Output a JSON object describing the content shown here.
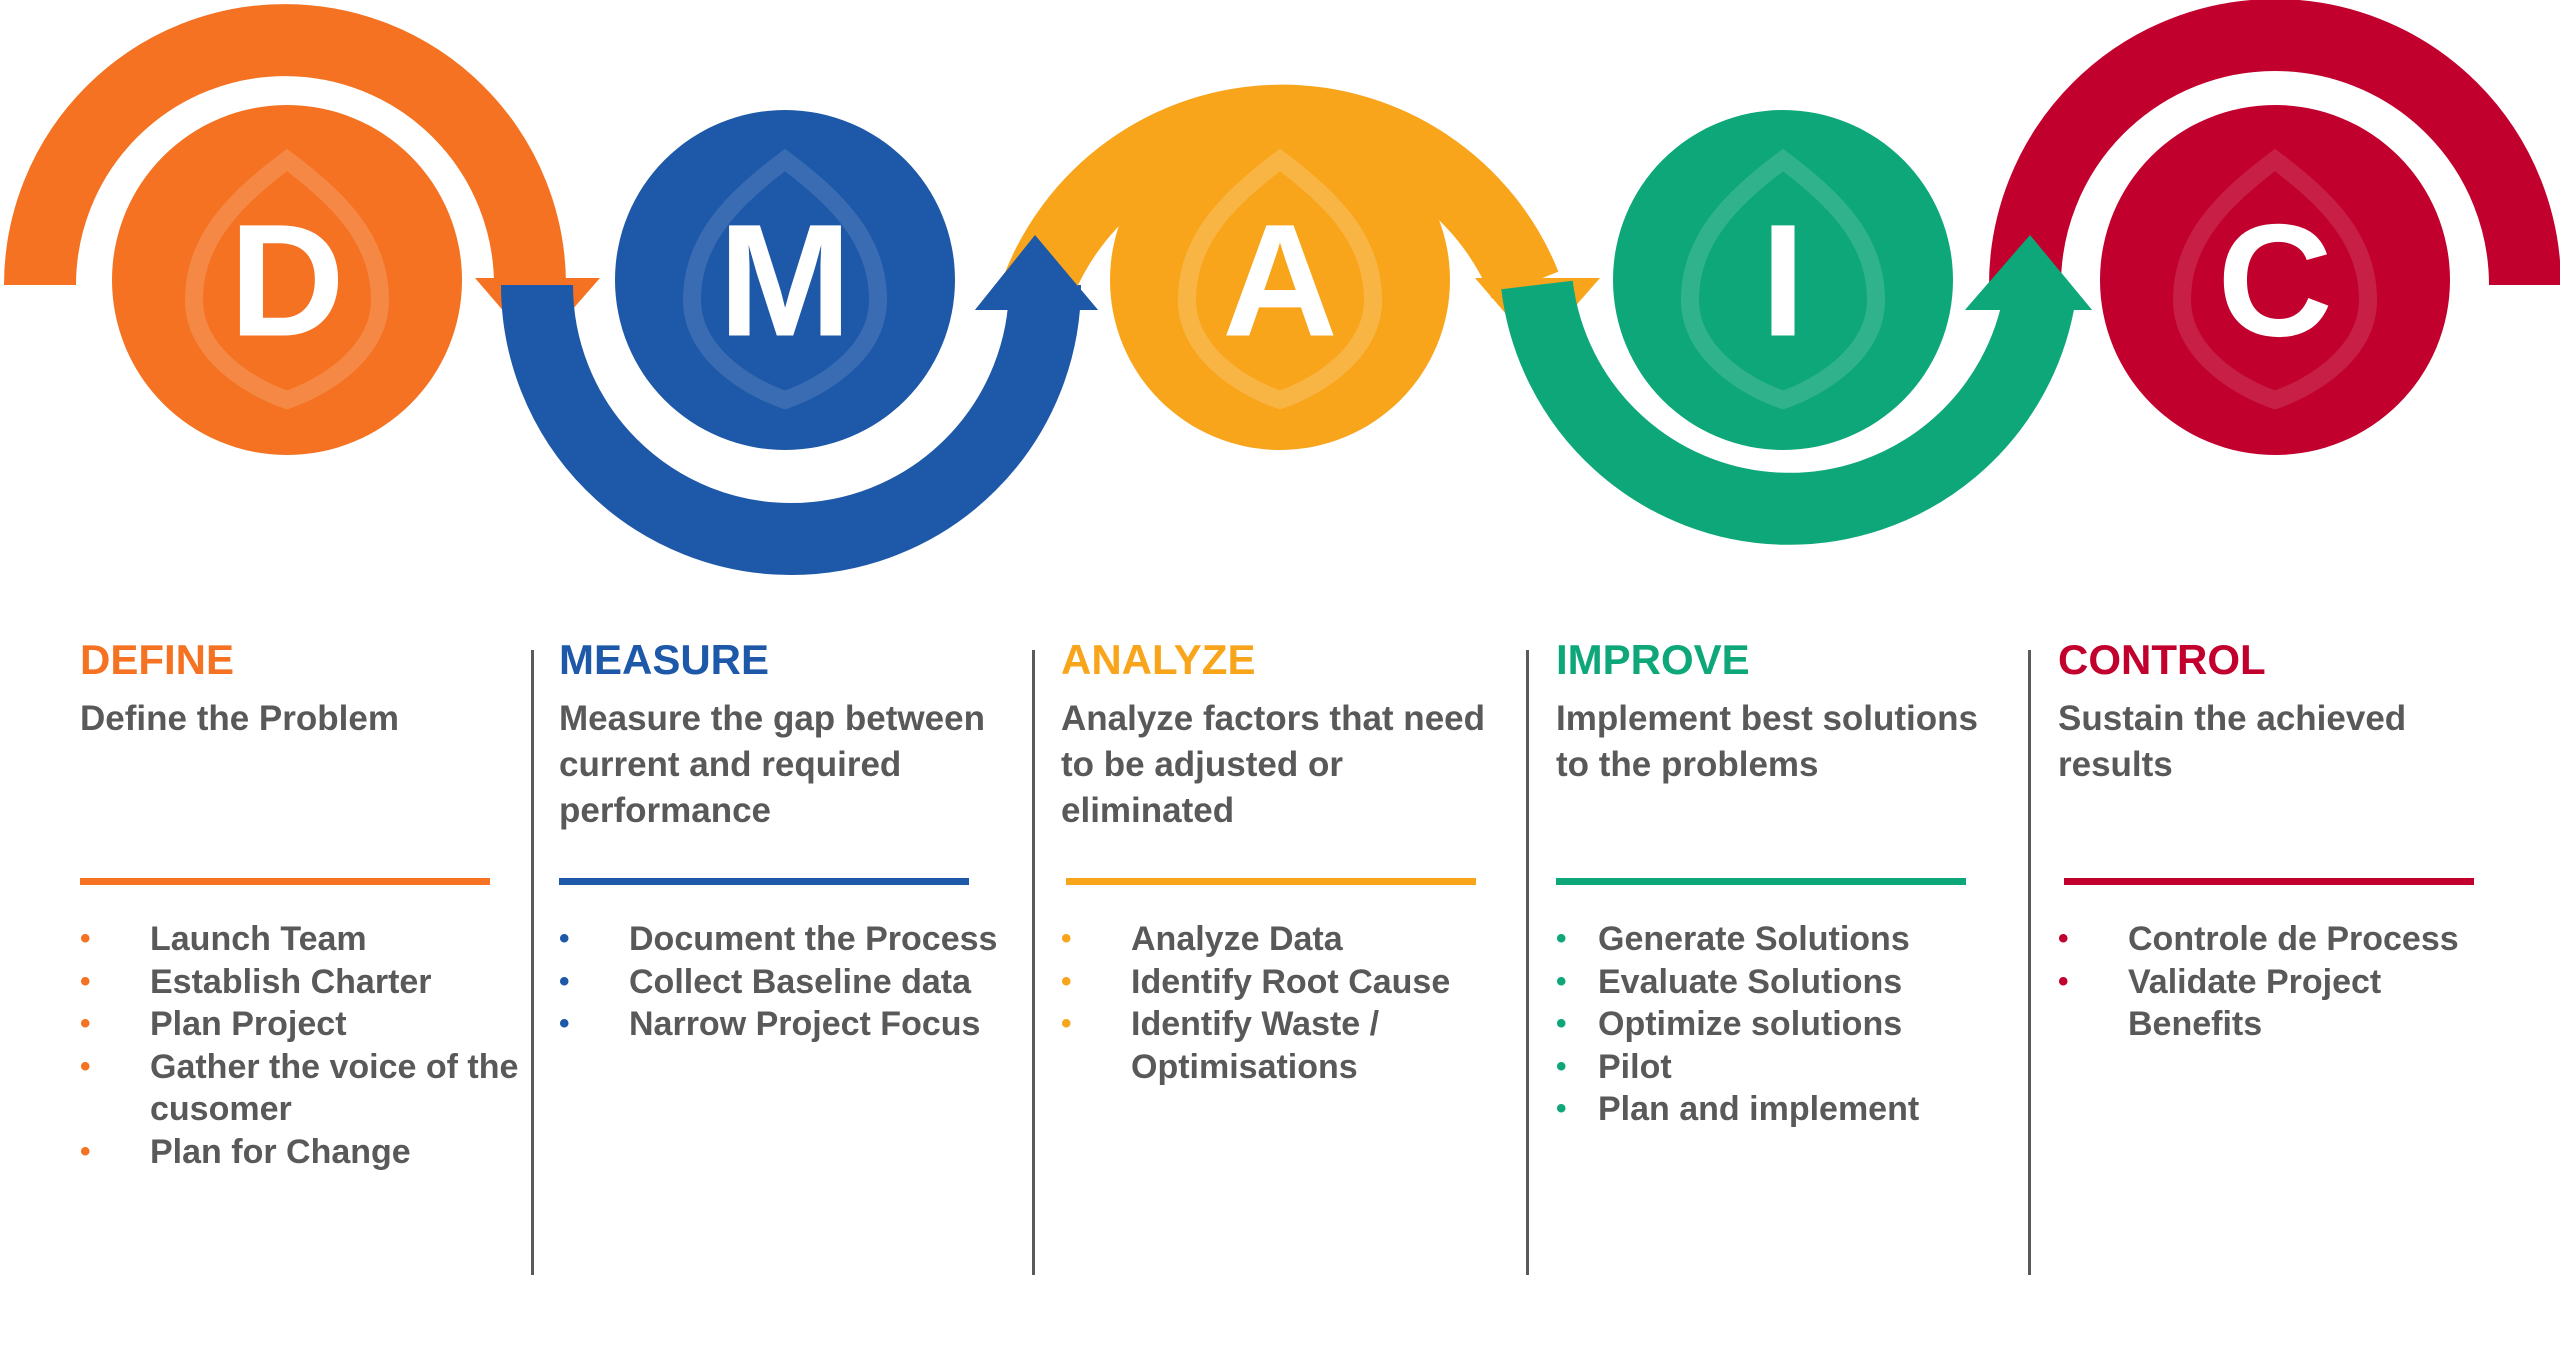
{
  "colors": {
    "define": "#f47221",
    "measure": "#1e58a8",
    "analyze": "#f8a51c",
    "improve": "#0ea77a",
    "control": "#c1002d",
    "text_gray": "#595959",
    "divider": "#5a5a5a"
  },
  "letters": [
    "D",
    "M",
    "A",
    "I",
    "C"
  ],
  "phases": [
    {
      "key": "define",
      "title": "DEFINE",
      "desc": "Define the Problem",
      "bullets": [
        "Launch Team",
        "Establish Charter",
        "Plan Project",
        "Gather the voice of the cusomer",
        "Plan for Change"
      ]
    },
    {
      "key": "measure",
      "title": "MEASURE",
      "desc": "Measure the gap between current and required performance",
      "bullets": [
        "Document the Process",
        "Collect Baseline data",
        "Narrow Project Focus"
      ]
    },
    {
      "key": "analyze",
      "title": "ANALYZE",
      "desc": "Analyze factors that need to be adjusted or eliminated",
      "bullets": [
        "Analyze Data",
        "Identify Root Cause",
        "Identify Waste / Optimisations"
      ]
    },
    {
      "key": "improve",
      "title": "IMPROVE",
      "desc": "Implement best solutions to the problems",
      "bullets": [
        "Generate Solutions",
        "Evaluate Solutions",
        "Optimize solutions",
        "Pilot",
        "Plan and implement"
      ]
    },
    {
      "key": "control",
      "title": "CONTROL",
      "desc": "Sustain the achieved results",
      "bullets": [
        "Controle de Process",
        "Validate Project Benefits"
      ]
    }
  ],
  "icons": {
    "circle_watermark": "leaf-shield-icon",
    "arrow": "curved-arrow-icon",
    "bullet": "bullet-dot-icon"
  }
}
